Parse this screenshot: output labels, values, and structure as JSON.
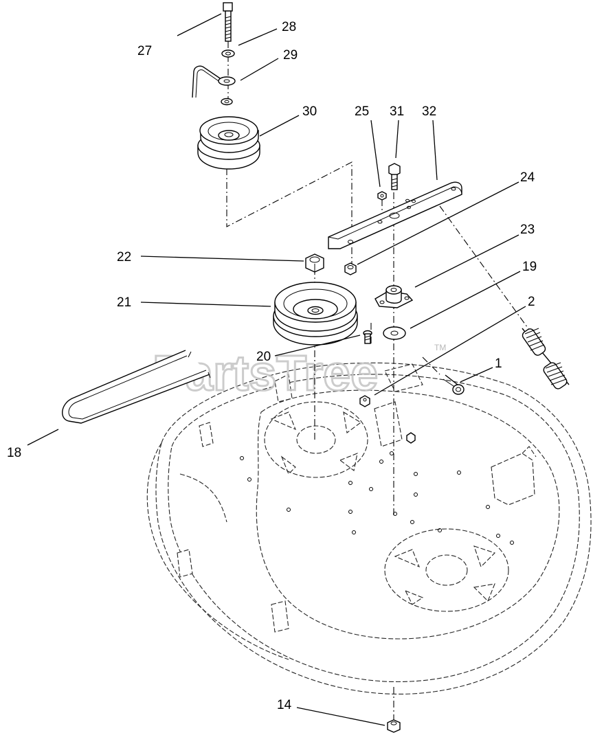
{
  "watermark": {
    "text": "PartsTree",
    "trademark": "TM"
  },
  "callouts": [
    {
      "id": "callout-27",
      "label": "27"
    },
    {
      "id": "callout-28",
      "label": "28"
    },
    {
      "id": "callout-29",
      "label": "29"
    },
    {
      "id": "callout-30",
      "label": "30"
    },
    {
      "id": "callout-25",
      "label": "25"
    },
    {
      "id": "callout-31",
      "label": "31"
    },
    {
      "id": "callout-32",
      "label": "32"
    },
    {
      "id": "callout-24",
      "label": "24"
    },
    {
      "id": "callout-23",
      "label": "23"
    },
    {
      "id": "callout-22",
      "label": "22"
    },
    {
      "id": "callout-21",
      "label": "21"
    },
    {
      "id": "callout-19",
      "label": "19"
    },
    {
      "id": "callout-2",
      "label": "2"
    },
    {
      "id": "callout-20",
      "label": "20"
    },
    {
      "id": "callout-1",
      "label": "1"
    },
    {
      "id": "callout-18",
      "label": "18"
    },
    {
      "id": "callout-14",
      "label": "14"
    }
  ]
}
